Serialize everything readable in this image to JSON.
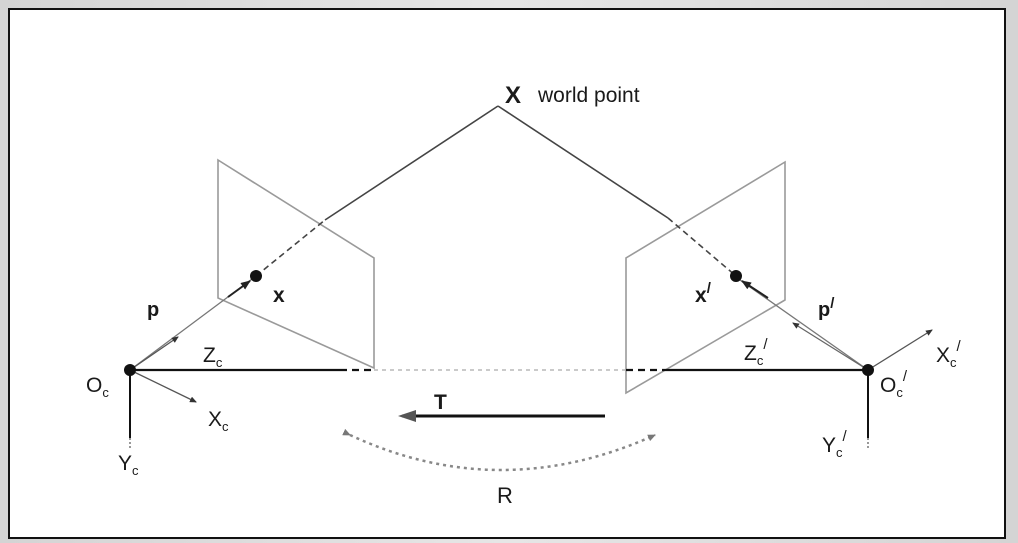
{
  "diagram": {
    "world_point_symbol": "X",
    "world_point_text": "world point",
    "left_camera": {
      "center_main": "O",
      "center_sub": "c",
      "image_point": "x",
      "ray": "p",
      "z_axis_main": "Z",
      "z_axis_sub": "c",
      "x_axis_main": "X",
      "x_axis_sub": "c",
      "y_axis_main": "Y",
      "y_axis_sub": "c"
    },
    "right_camera": {
      "center_main": "O",
      "center_sub": "c",
      "image_point": "x",
      "ray": "p",
      "z_axis_main": "Z",
      "z_axis_sub": "c",
      "x_axis_main": "X",
      "x_axis_sub": "c",
      "y_axis_main": "Y",
      "y_axis_sub": "c",
      "prime": "/"
    },
    "translation": "T",
    "rotation": "R"
  }
}
